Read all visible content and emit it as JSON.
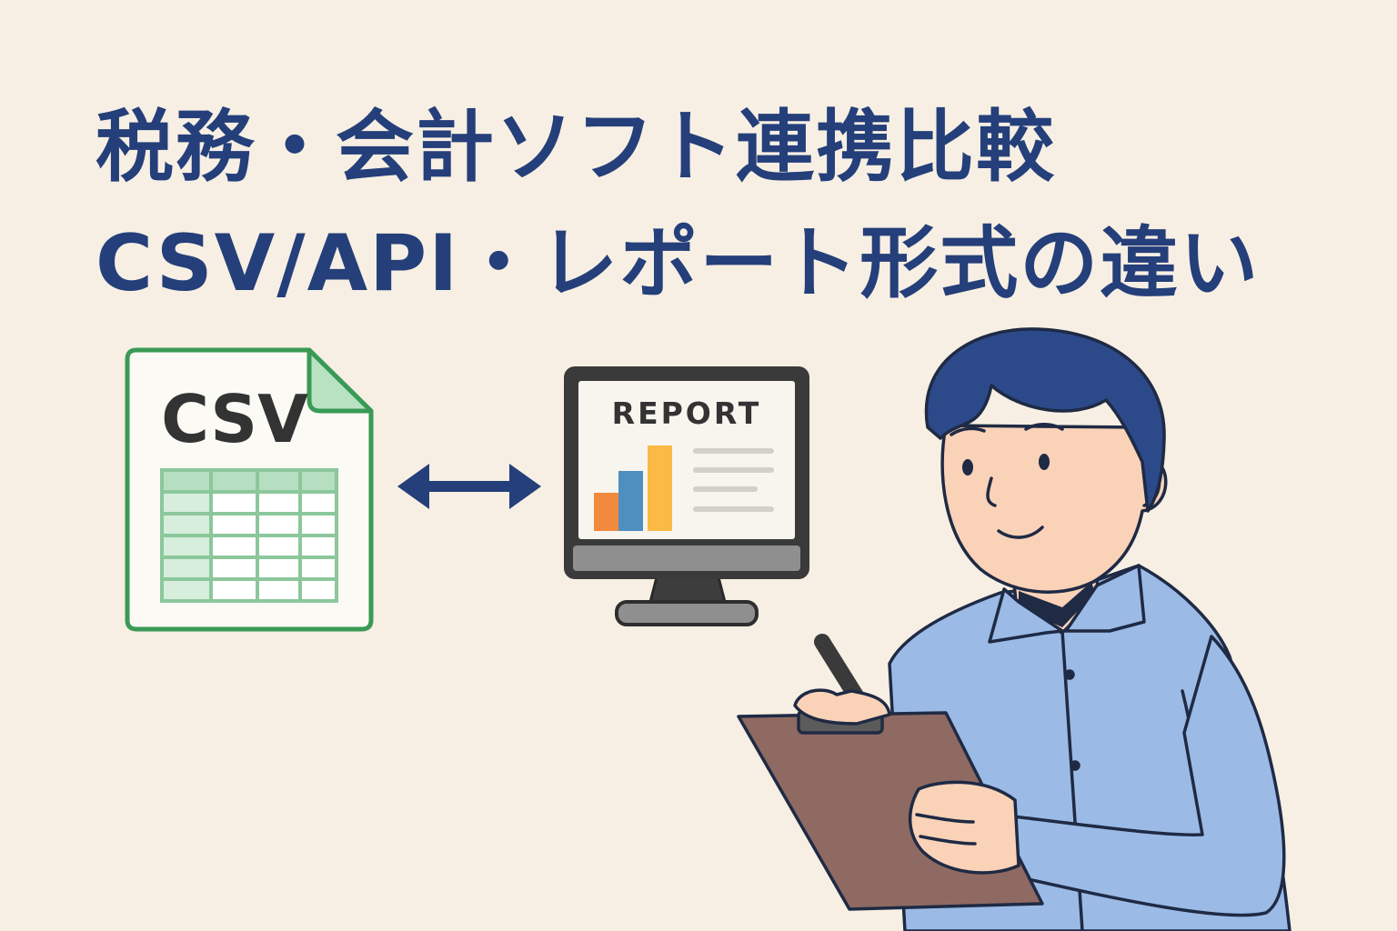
{
  "title": {
    "line1": "税務・会計ソフト連携比較",
    "line2": "CSV/API・レポート形式の違い"
  },
  "csv_file": {
    "label": "CSV",
    "icon": "csv-file-icon",
    "border_color": "#3a9a55",
    "header_fill": "#b5dfc0"
  },
  "sync_arrow": {
    "icon": "double-arrow-icon",
    "color": "#243f7a"
  },
  "report_monitor": {
    "label": "REPORT",
    "icon": "monitor-icon",
    "bars": [
      {
        "color": "#f28a3e",
        "level": 0.42
      },
      {
        "color": "#4f8fc0",
        "level": 0.66
      },
      {
        "color": "#fbb946",
        "level": 0.94
      }
    ]
  },
  "person": {
    "icon": "man-with-clipboard-illustration",
    "shirt_color": "#9bbbe6",
    "hair_color": "#2c4a8a",
    "clipboard_color": "#8f6a62"
  },
  "colors": {
    "background": "#f7efe3",
    "title": "#243f7a"
  }
}
